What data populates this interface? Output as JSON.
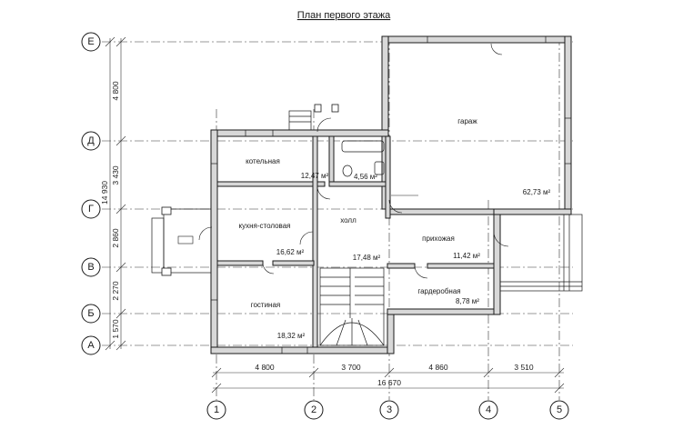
{
  "title": "План первого этажа",
  "axes_rows": [
    "Е",
    "Д",
    "Г",
    "В",
    "Б",
    "А"
  ],
  "axes_cols": [
    "1",
    "2",
    "3",
    "4",
    "5"
  ],
  "dims_left": [
    "4 800",
    "3 430",
    "2 860",
    "2 270",
    "1 570"
  ],
  "dim_left_total": "14 930",
  "dims_bottom": [
    "4 800",
    "3 700",
    "4 860",
    "3 510"
  ],
  "dim_bottom_total": "16 670",
  "rooms": {
    "garage": {
      "name": "гараж",
      "area": "62,73 м²"
    },
    "boiler": {
      "name": "котельная",
      "area": "12,47 м²"
    },
    "bathroom": {
      "area": "4,56 м²"
    },
    "kitchen": {
      "name": "кухня-столовая",
      "area": "16,62 м²"
    },
    "hall": {
      "name": "холл",
      "area": "17,48 м²"
    },
    "entry": {
      "name": "прихожая",
      "area": "11,42 м²"
    },
    "wardrobe": {
      "name": "гардеробная",
      "area": "8,78 м²"
    },
    "living": {
      "name": "гостиная",
      "area": "18,32 м²"
    }
  }
}
